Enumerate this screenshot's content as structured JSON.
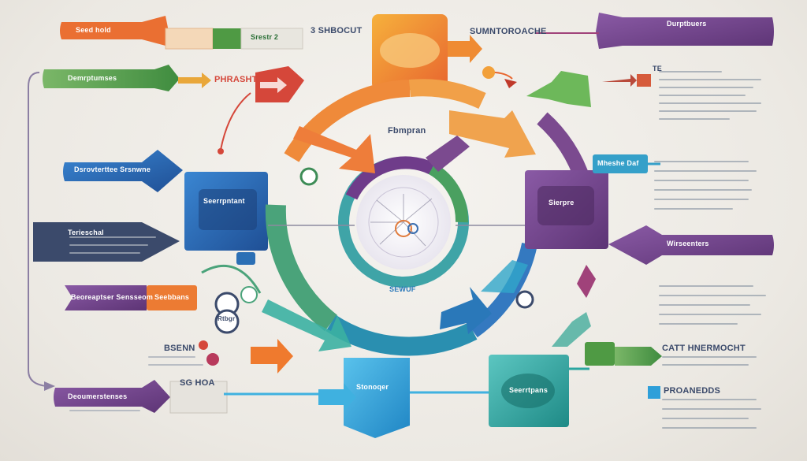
{
  "texts": {
    "top_orange_tag": "Seed hold",
    "top_green_tag": "Srestr 2",
    "subheading_mid": "3 SHBOCUT",
    "top_right_title": "SUMNTOROACHE",
    "top_right_tag": "Durptbuers",
    "left_green_arrow": "Demrptumses",
    "phrasht": "PHRASHT",
    "te_label": "TE",
    "blue_arrow": "Dsrovterttee Srsnwne",
    "blue_box": "Seerrpntant",
    "navy_arrow": "Terieschal",
    "purple_arrow_left": "Beoreaptser Sensseom",
    "orange_tag_left": "Seebbans",
    "center_label": "Fbmpran",
    "purple_box": "Sierpre",
    "teal_tag_right": "Mheshe Daf",
    "purple_arrow_right": "Wirseenters",
    "bsenn": "BSENN",
    "bottom_left_arrow": "Deoumerstenses",
    "sg_hoa": "SG HOA",
    "bottom_blue_box": "Stonoqer",
    "bottom_teal_box": "Seerrtpans",
    "cat_label": "CATT HNERMOCHT",
    "programs": "PROANEDDS",
    "small_icon_text": "Rtbgr",
    "small_center_text": "SEWUF"
  },
  "colors": {
    "orange": "#ee7d3a",
    "green": "#5aa34a",
    "blue": "#2b6fb5",
    "navy": "#3b4a6b",
    "purple": "#7b4a8f",
    "teal": "#2aa6a0",
    "light_blue": "#2e9fd9",
    "magenta": "#a0427a"
  }
}
